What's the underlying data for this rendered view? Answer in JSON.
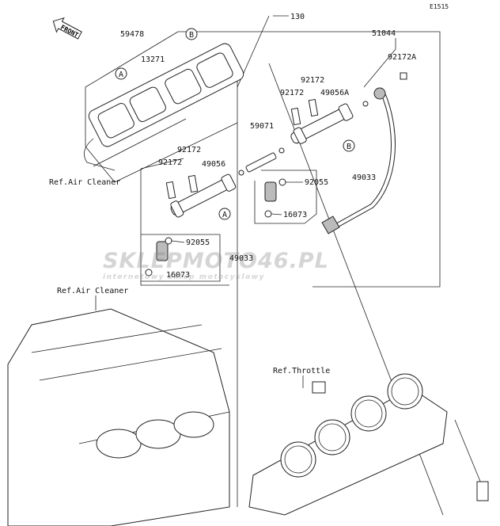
{
  "diagram_code": "E1515",
  "front_label": "FRONT",
  "parts": {
    "p130": "130",
    "p59478": "59478",
    "p13271": "13271",
    "p51044": "51044",
    "p92172A": "92172A",
    "p92172_r1": "92172",
    "p92172_r2": "92172",
    "p49056A": "49056A",
    "p59071": "59071",
    "p92172_l1": "92172",
    "p92172_l2": "92172",
    "p49056": "49056",
    "p92055_r": "92055",
    "p49033_r": "49033",
    "p16073_r": "16073",
    "p92055_l": "92055",
    "p49033_l": "49033",
    "p16073_l": "16073"
  },
  "markers": {
    "a1": "A",
    "b1": "B",
    "b2": "B",
    "a2": "A"
  },
  "refs": {
    "air_cleaner_top": "Ref.Air Cleaner",
    "air_cleaner_bottom": "Ref.Air Cleaner",
    "throttle": "Ref.Throttle"
  },
  "watermark": {
    "brand": "SKLEPMOTO46.PL",
    "tagline": "internetowy sklep motocyklowy"
  }
}
